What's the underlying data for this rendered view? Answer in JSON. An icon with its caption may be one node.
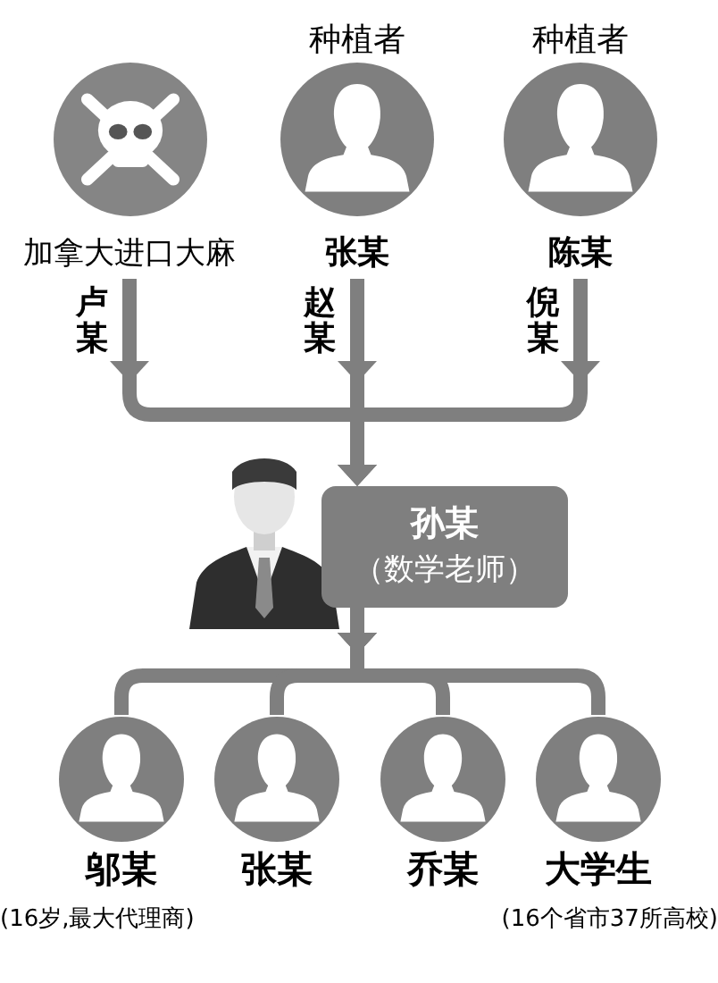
{
  "diagram": {
    "nodes": [
      {
        "text": [
          "加拿大进口大麻"
        ]
      },
      {
        "text": [
          "种植者",
          "张某"
        ]
      },
      {
        "text": [
          "种植者",
          "陈某"
        ]
      },
      {
        "text": [
          "孙某",
          "（数学老师）"
        ]
      },
      {
        "text": [
          "邬某"
        ],
        "beside": [
          "(16岁,最大代理商)"
        ]
      },
      {
        "text": [
          "张某"
        ]
      },
      {
        "text": [
          "乔某"
        ]
      },
      {
        "text": [
          "大学生"
        ],
        "beside": [
          "(16个省市37所高校)"
        ]
      }
    ],
    "edges": [
      {
        "from": 0,
        "to": 3,
        "arrow": "to",
        "label": "卢某"
      },
      {
        "from": 1,
        "to": 3,
        "arrow": "to",
        "label": "赵某"
      },
      {
        "from": 2,
        "to": 3,
        "arrow": "to",
        "label": "倪某"
      },
      {
        "from": 3,
        "to": 4,
        "arrow": "to"
      },
      {
        "from": 3,
        "to": 5,
        "arrow": "to"
      },
      {
        "from": 3,
        "to": 6,
        "arrow": "to"
      },
      {
        "from": 3,
        "to": 7,
        "arrow": "to"
      }
    ]
  }
}
